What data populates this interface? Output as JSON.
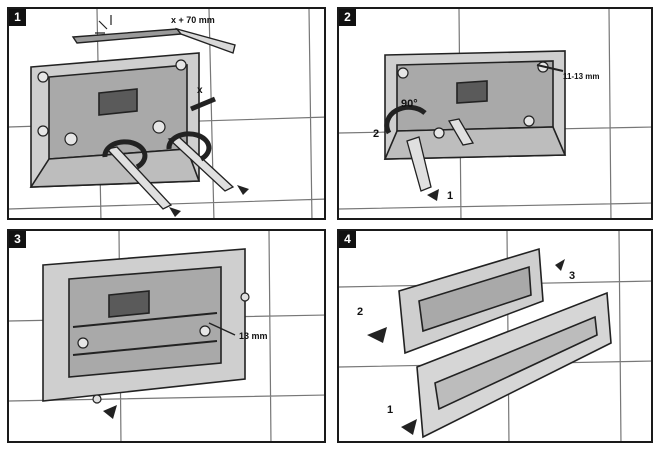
{
  "panels": [
    {
      "number": "1",
      "annotations": {
        "length": "x + 70 mm",
        "gap": "x"
      }
    },
    {
      "number": "2",
      "annotations": {
        "rotation": "90°",
        "step_a": "1",
        "step_b": "2",
        "depth": "11-13 mm"
      }
    },
    {
      "number": "3",
      "annotations": {
        "distance": "13 mm"
      }
    },
    {
      "number": "4",
      "annotations": {
        "step_1": "1",
        "step_2": "2",
        "step_3": "3"
      }
    }
  ]
}
